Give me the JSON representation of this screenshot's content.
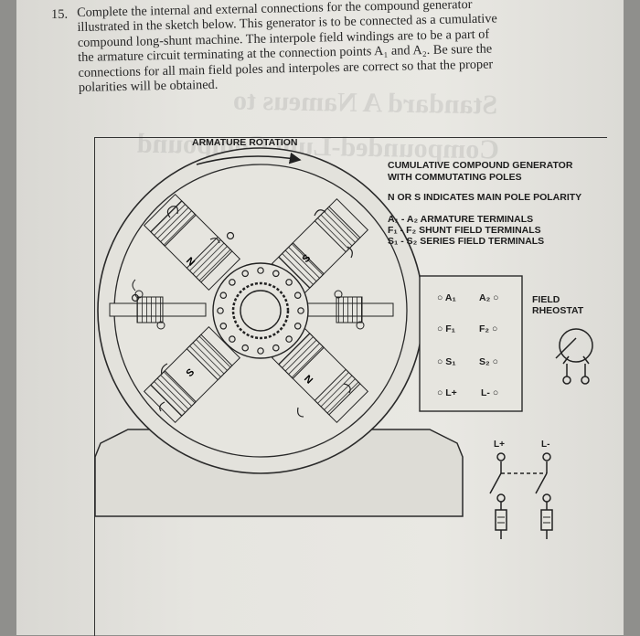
{
  "question": {
    "number": "15.",
    "lines": [
      "Complete the internal and external connections for the compound generator",
      "illustrated in the sketch below. This generator is to be connected as a cumulative",
      "compound long-shunt machine. The interpole field windings are to be a part of",
      "the armature circuit terminating at the connection points A₁ and A₂. Be sure the",
      "connections for all main field poles and interpoles are correct so that the proper",
      "polarities will be obtained."
    ]
  },
  "ghost_text": {
    "line1": "Standard A Nameus to",
    "line2": "Compounded-Lum Compound"
  },
  "diagram": {
    "rotation_label": "ARMATURE ROTATION",
    "title_line1": "CUMULATIVE COMPOUND GENERATOR",
    "title_line2": "WITH COMMUTATING POLES",
    "polarity_note": "N OR S INDICATES MAIN POLE POLARITY",
    "legend": [
      "A₁ - A₂ ARMATURE TERMINALS",
      "F₁ - F₂ SHUNT FIELD TERMINALS",
      "S₁ - S₂ SERIES FIELD TERMINALS"
    ],
    "terminals": [
      {
        "left": "A₁",
        "right": "A₂"
      },
      {
        "left": "F₁",
        "right": "F₂"
      },
      {
        "left": "S₁",
        "right": "S₂"
      },
      {
        "left": "L+",
        "right": "L-"
      }
    ],
    "rheostat_line1": "FIELD",
    "rheostat_line2": "RHEOSTAT",
    "line_plus": "L+",
    "line_minus": "L-",
    "pole_labels": {
      "top_left": "N",
      "top_right": "S",
      "bottom_left": "S",
      "bottom_right": "N"
    }
  }
}
